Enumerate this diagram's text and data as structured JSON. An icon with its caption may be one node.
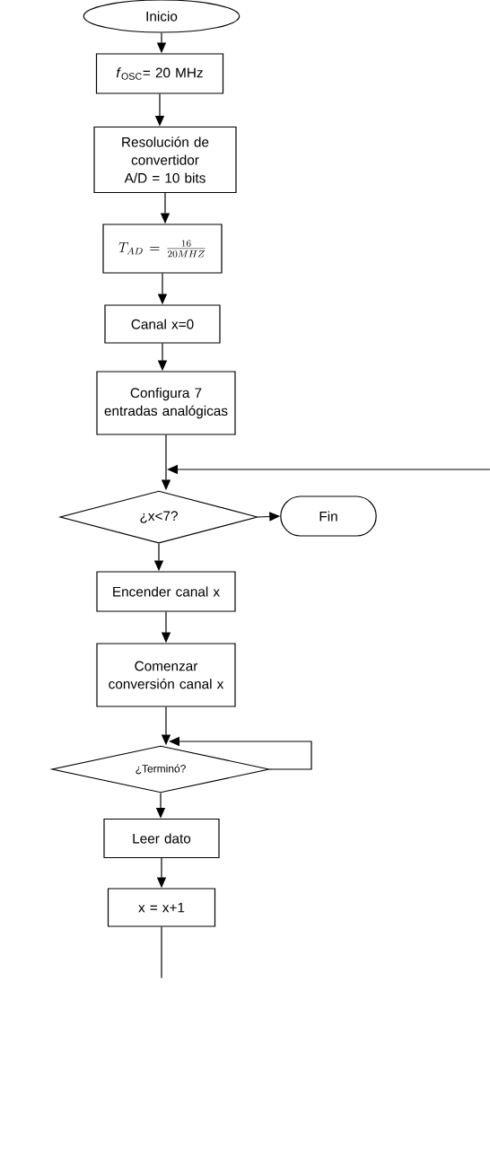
{
  "diagram": {
    "nodes": [
      {
        "text": [
          "Inicio"
        ]
      },
      {
        "text": [
          "*f*$_{OSC}$= 20 MHz"
        ]
      },
      {
        "text": [
          "Resolución de convertidor A/D = 10 bits"
        ]
      },
      {
        "text": [
          "T_{AD} = \\frac{16}{20MHZ}"
        ]
      },
      {
        "text": [
          "Canal    x=0"
        ]
      },
      {
        "text": [
          "Configura 7 entradas analógicas"
        ]
      },
      {
        "text": [
          "¿x<7?"
        ]
      },
      {
        "text": [
          "Fin"
        ]
      },
      {
        "text": [
          "Encender canal x"
        ]
      },
      {
        "text": [
          "Comenzar conversión canal x"
        ]
      },
      {
        "text": [
          "¿Terminó?"
        ]
      },
      {
        "text": [
          "Leer dato"
        ]
      },
      {
        "text": [
          "x = x+1"
        ]
      }
    ],
    "edges": [
      {
        "from": 0,
        "to": 1,
        "arrow": "to"
      },
      {
        "from": 1,
        "to": 2,
        "arrow": "to"
      },
      {
        "from": 2,
        "to": 3,
        "arrow": "to"
      },
      {
        "from": 3,
        "to": 4,
        "arrow": "to"
      },
      {
        "from": 4,
        "to": 5,
        "arrow": "to"
      },
      {
        "from": 5,
        "to": 6,
        "arrow": "to"
      },
      {
        "from": null,
        "to": 6,
        "arrow": "to"
      },
      {
        "from": 6,
        "to": 7,
        "arrow": "to"
      },
      {
        "from": 6,
        "to": 8,
        "arrow": "to"
      },
      {
        "from": 8,
        "to": 9,
        "arrow": "to"
      },
      {
        "from": 9,
        "to": 10,
        "arrow": "to"
      },
      {
        "from": 10,
        "to": 10,
        "arrow": "to"
      },
      {
        "from": 10,
        "to": 11,
        "arrow": "to"
      },
      {
        "from": 11,
        "to": 12,
        "arrow": "to"
      },
      {
        "from": 12,
        "to": null,
        "arrow": "none"
      }
    ]
  }
}
